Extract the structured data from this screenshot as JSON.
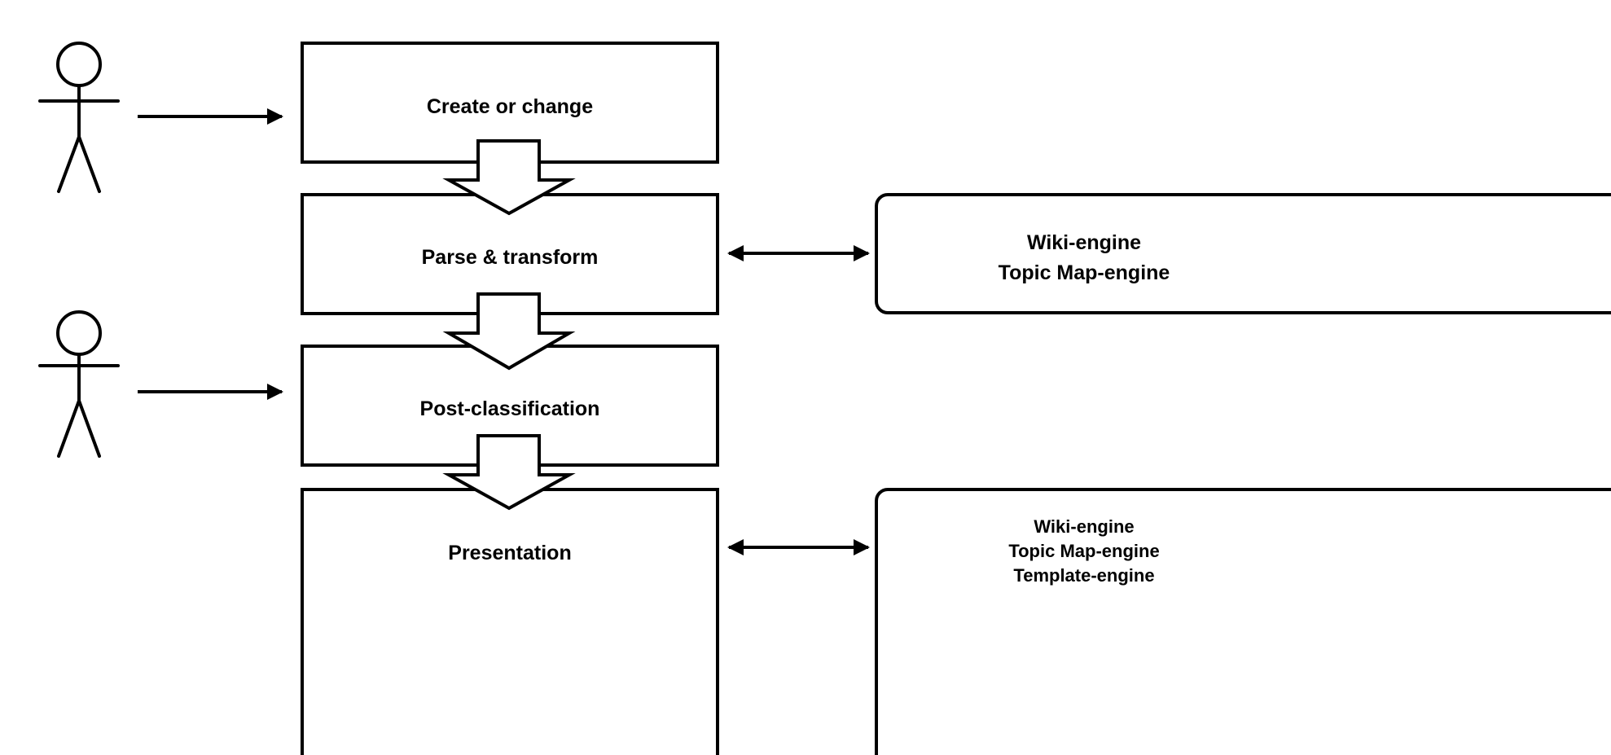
{
  "diagram": {
    "steps": [
      {
        "label": "Create or change"
      },
      {
        "label": "Parse & transform"
      },
      {
        "label": "Post-classification"
      },
      {
        "label": "Presentation"
      }
    ],
    "engines": [
      {
        "lines": [
          "Wiki-engine",
          "Topic Map-engine"
        ]
      },
      {
        "lines": [
          "Wiki-engine",
          "Topic Map-engine",
          "Template-engine"
        ]
      }
    ]
  }
}
